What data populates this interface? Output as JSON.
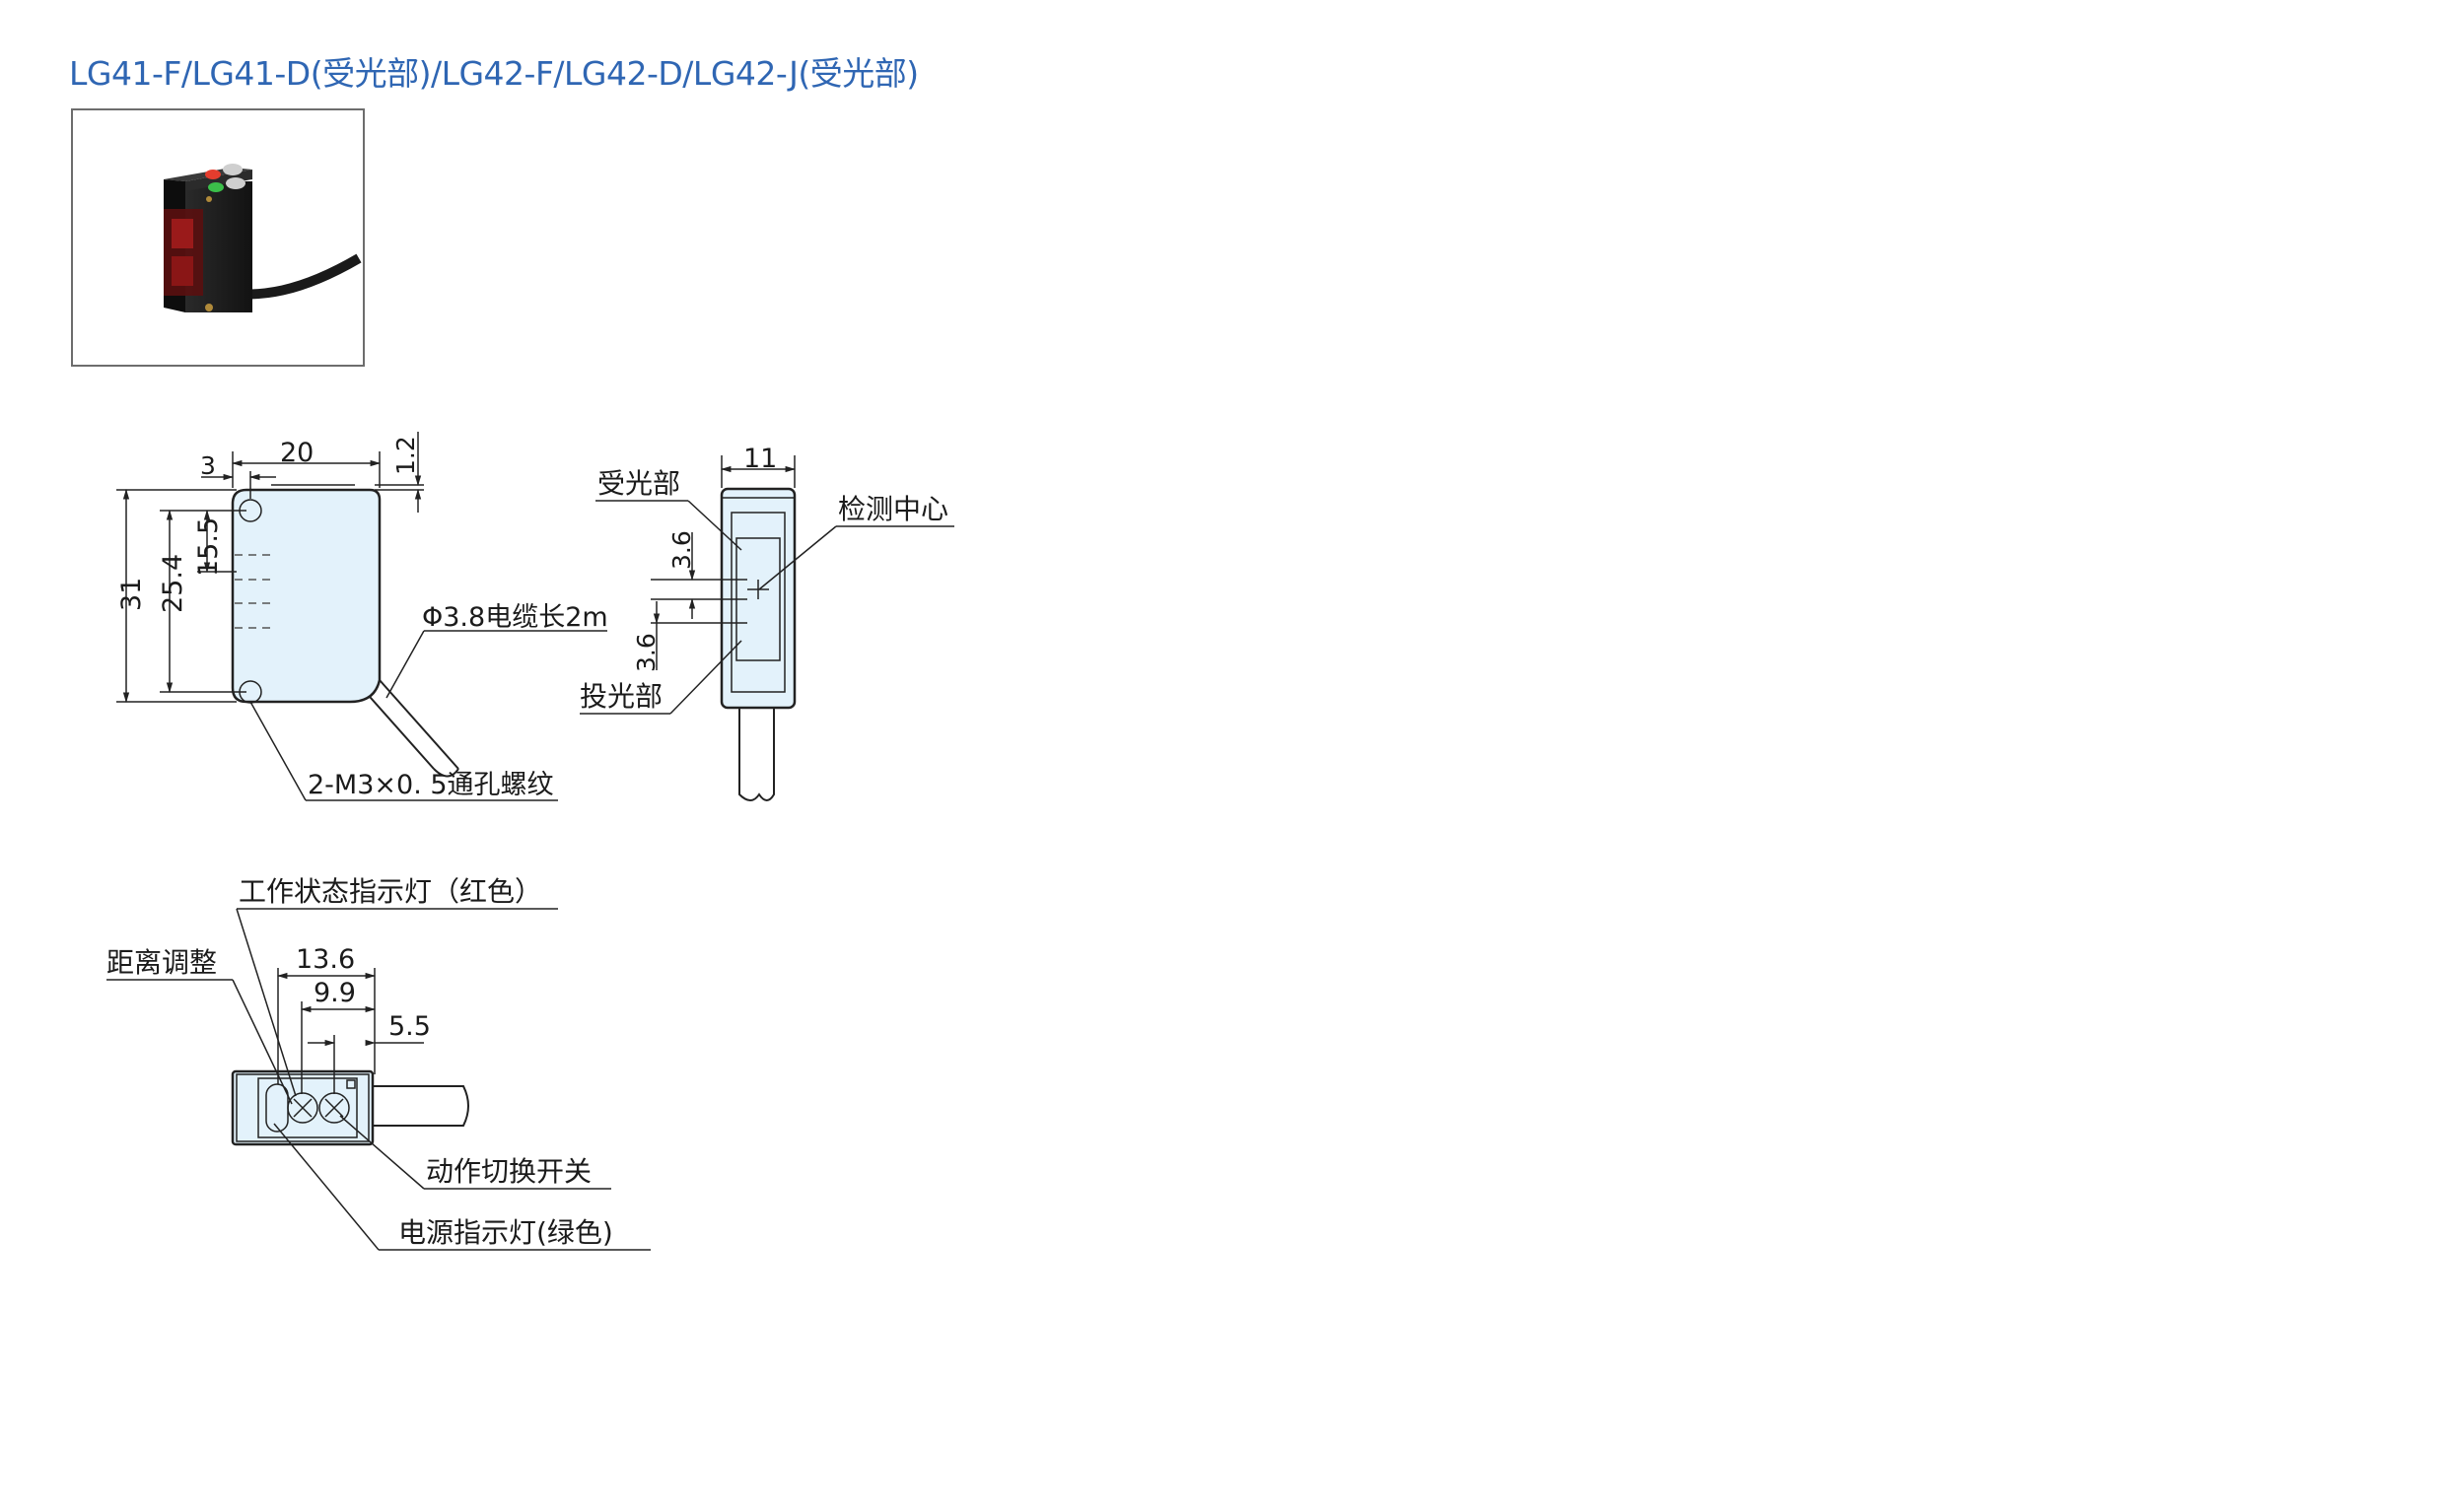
{
  "title": "LG41-F/LG41-D(受光部)/LG42-F/LG42-D/LG42-J(受光部)",
  "photo": {
    "icon": "photoelectric-sensor-photo"
  },
  "front_view": {
    "dim_width": "20",
    "dim_offset": "3",
    "dim_top": "1.2",
    "dim_height": "31",
    "dim_hole_pitch": "25.4",
    "dim_upper": "15.5",
    "cable_label": "Φ3.8电缆长2m",
    "thread_label": "2-M3×0. 5通孔螺纹"
  },
  "side_view": {
    "dim_width": "11",
    "label_receiver": "受光部",
    "label_center": "检测中心",
    "label_emitter": "投光部",
    "dim_a": "3.6",
    "dim_b": "3.6"
  },
  "top_view": {
    "label_status": "工作状态指示灯（红色）",
    "label_distance": "距离调整",
    "dim_1": "13.6",
    "dim_2": "9.9",
    "dim_3": "5.5",
    "label_switch": "动作切换开关",
    "label_power": "电源指示灯(绿色)"
  },
  "colors": {
    "title": "#2f66b3",
    "body_fill": "#e3f2fb",
    "line": "#222222"
  }
}
